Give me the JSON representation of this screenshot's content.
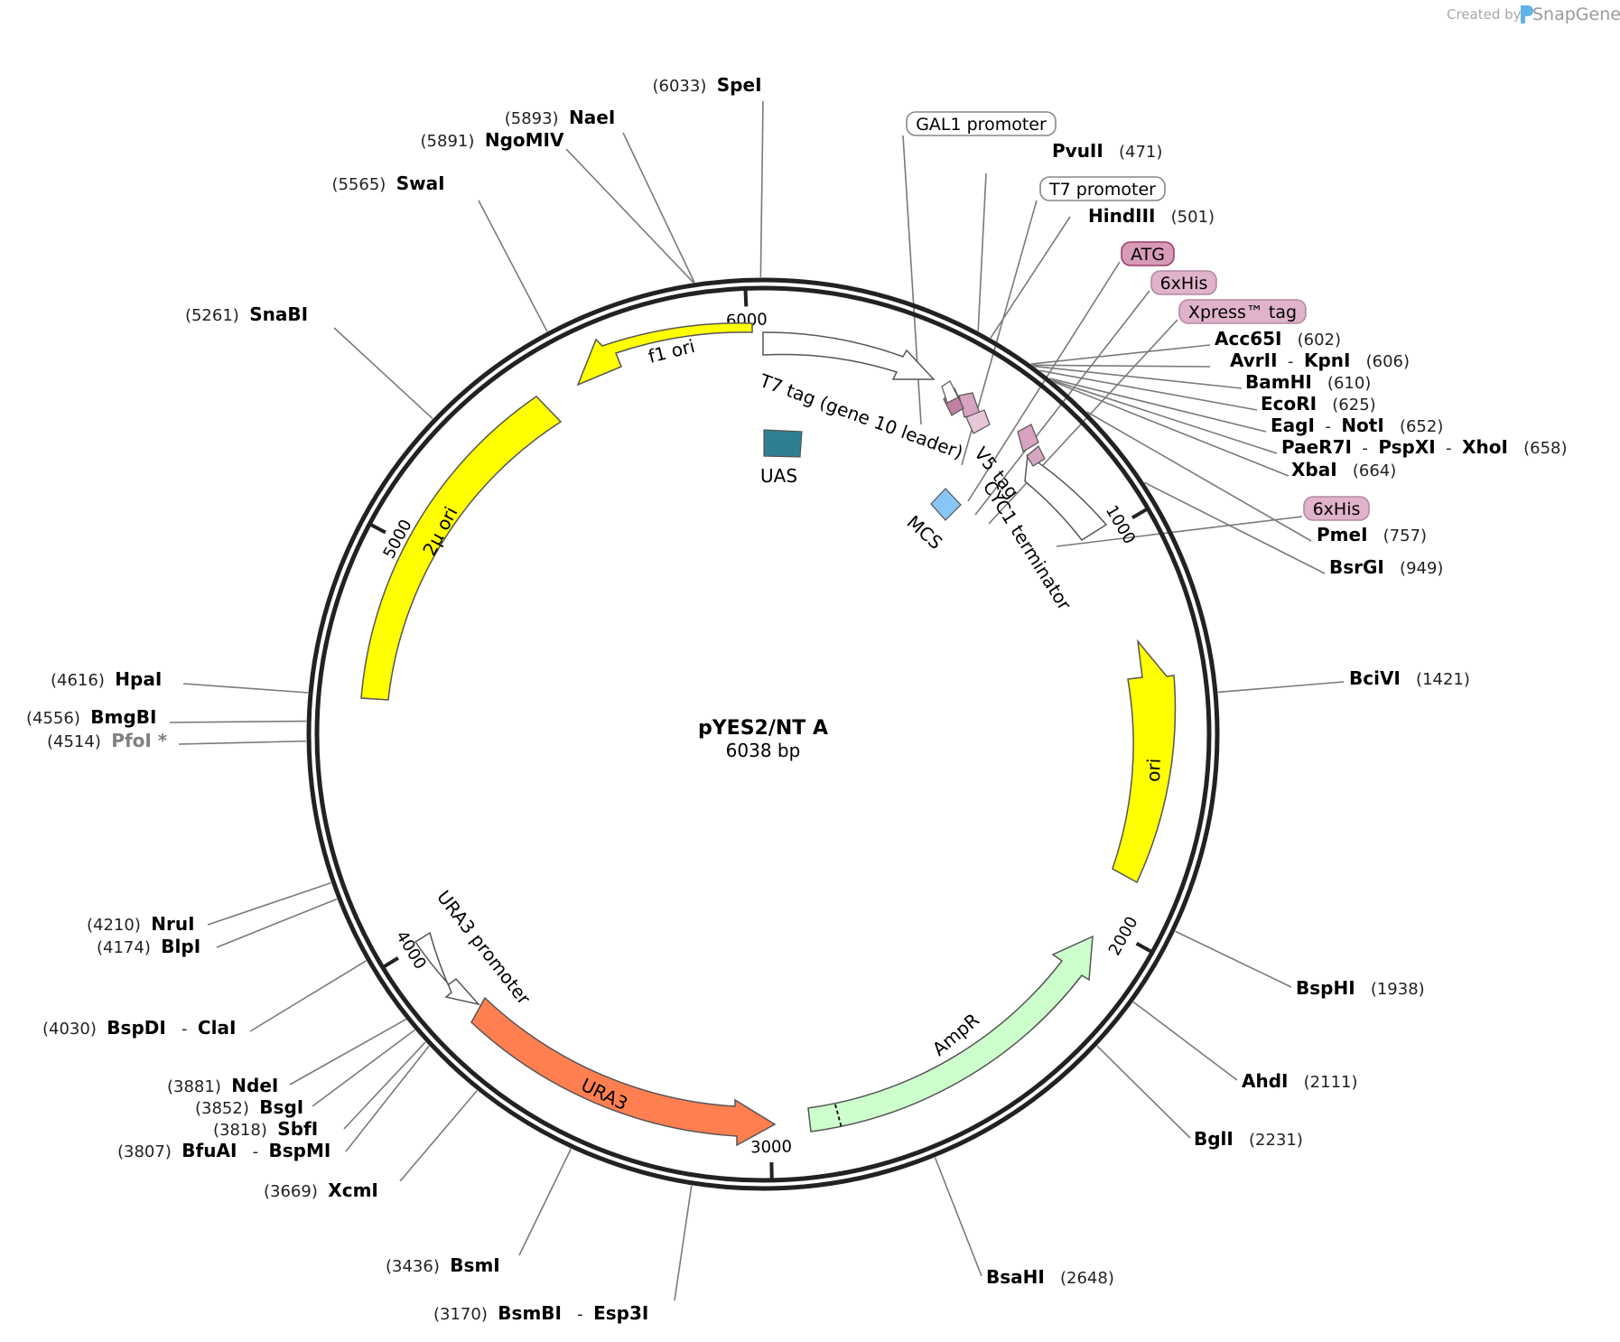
{
  "credit": {
    "prefix": "Created by",
    "brand": "SnapGene"
  },
  "plasmid": {
    "name": "pYES2/NT A",
    "size_label": "6038 bp",
    "length_bp": 6038
  },
  "ticks": [
    {
      "label": "1000",
      "bp": 1000
    },
    {
      "label": "2000",
      "bp": 2000
    },
    {
      "label": "3000",
      "bp": 3000
    },
    {
      "label": "4000",
      "bp": 4000
    },
    {
      "label": "5000",
      "bp": 5000
    },
    {
      "label": "6000",
      "bp": 6000
    }
  ],
  "sites": [
    {
      "name": "SpeI",
      "position": "(6033)",
      "bp": 6033
    },
    {
      "name": "NaeI",
      "position": "(5893)",
      "bp": 5893
    },
    {
      "name": "NgoMIV",
      "position": "(5891)",
      "bp": 5891
    },
    {
      "name": "SwaI",
      "position": "(5565)",
      "bp": 5565
    },
    {
      "name": "SnaBI",
      "position": "(5261)",
      "bp": 5261
    },
    {
      "name": "PvuII",
      "position": "(471)",
      "bp": 471
    },
    {
      "name": "HindIII",
      "position": "(501)",
      "bp": 501
    },
    {
      "name": "Acc65I",
      "position": "(602)",
      "bp": 602
    },
    {
      "name": "AvrII",
      "extra": "KpnI",
      "position": "(606)",
      "bp": 606
    },
    {
      "name": "BamHI",
      "position": "(610)",
      "bp": 610
    },
    {
      "name": "EcoRI",
      "position": "(625)",
      "bp": 625
    },
    {
      "name": "EagI",
      "extra": "NotI",
      "position": "(652)",
      "bp": 652
    },
    {
      "name": "PaeR7I",
      "extra": "PspXI",
      "extra2": "XhoI",
      "position": "(658)",
      "bp": 658
    },
    {
      "name": "XbaI",
      "position": "(664)",
      "bp": 664
    },
    {
      "name": "PmeI",
      "position": "(757)",
      "bp": 757
    },
    {
      "name": "BsrGI",
      "position": "(949)",
      "bp": 949
    },
    {
      "name": "BciVI",
      "position": "(1421)",
      "bp": 1421
    },
    {
      "name": "BspHI",
      "position": "(1938)",
      "bp": 1938
    },
    {
      "name": "AhdI",
      "position": "(2111)",
      "bp": 2111
    },
    {
      "name": "BglI",
      "position": "(2231)",
      "bp": 2231
    },
    {
      "name": "BsaHI",
      "position": "(2648)",
      "bp": 2648
    },
    {
      "name": "BsmBI",
      "extra": "Esp3I",
      "position": "(3170)",
      "bp": 3170
    },
    {
      "name": "BsmI",
      "position": "(3436)",
      "bp": 3436
    },
    {
      "name": "XcmI",
      "position": "(3669)",
      "bp": 3669
    },
    {
      "name": "BfuAI",
      "extra": "BspMI",
      "position": "(3807)",
      "bp": 3807
    },
    {
      "name": "SbfI",
      "position": "(3818)",
      "bp": 3818
    },
    {
      "name": "BsgI",
      "position": "(3852)",
      "bp": 3852
    },
    {
      "name": "NdeI",
      "position": "(3881)",
      "bp": 3881
    },
    {
      "name": "BspDI",
      "extra": "ClaI",
      "position": "(4030)",
      "bp": 4030
    },
    {
      "name": "BlpI",
      "position": "(4174)",
      "bp": 4174
    },
    {
      "name": "NruI",
      "position": "(4210)",
      "bp": 4210
    },
    {
      "name": "PfoI",
      "suffix": "*",
      "position": "(4514)",
      "bp": 4514,
      "dim": true
    },
    {
      "name": "BmgBI",
      "position": "(4556)",
      "bp": 4556
    },
    {
      "name": "HpaI",
      "position": "(4616)",
      "bp": 4616
    }
  ],
  "callouts": [
    {
      "label": "GAL1 promoter",
      "style": "outline"
    },
    {
      "label": "T7 promoter",
      "style": "outline"
    },
    {
      "label": "ATG",
      "style": "dark-pink"
    },
    {
      "label": "6xHis",
      "style": "pink"
    },
    {
      "label": "Xpress™ tag",
      "style": "pink"
    },
    {
      "label": "6xHis",
      "style": "pink"
    }
  ],
  "features": [
    {
      "name": "f1 ori",
      "color": "#ffff00"
    },
    {
      "name": "2µ ori",
      "color": "#ffff00"
    },
    {
      "name": "ori",
      "color": "#ffff00"
    },
    {
      "name": "AmpR",
      "color": "#ccffcc"
    },
    {
      "name": "URA3",
      "color": "#ff7f50"
    },
    {
      "name": "URA3 promoter",
      "color": "#ffffff"
    },
    {
      "name": "T7 tag (gene 10 leader)",
      "color": "#ffffff"
    },
    {
      "name": "CYC1 terminator",
      "color": "#ffffff"
    },
    {
      "name": "V5 tag",
      "color": "#d6a4c0"
    },
    {
      "name": "UAS",
      "color": "#2f7f93"
    },
    {
      "name": "MCS",
      "color": "#88c6f5"
    }
  ],
  "colors": {
    "backbone": "#222222",
    "leader": "#7a7a7a",
    "pink_tag": "#e0b3cb",
    "dark_pink_tag": "#d79bb8"
  }
}
